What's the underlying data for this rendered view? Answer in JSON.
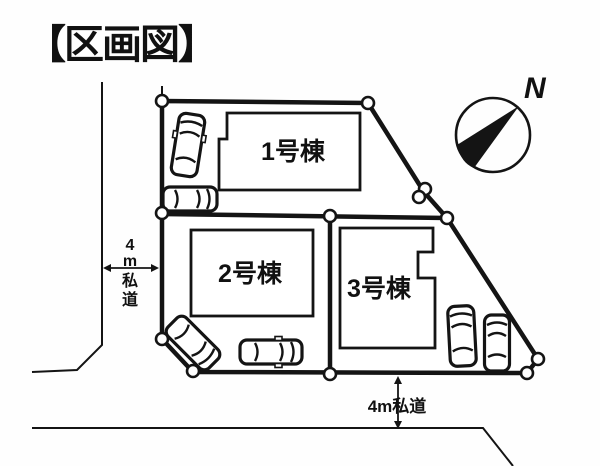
{
  "title": "【区画図】",
  "compass": {
    "north_label": "N"
  },
  "buildings": [
    {
      "label": "1号棟"
    },
    {
      "label": "2号棟"
    },
    {
      "label": "3号棟"
    }
  ],
  "roads": {
    "left": {
      "label": "4m私道",
      "chars": [
        "4",
        "m",
        "私",
        "道"
      ]
    },
    "bottom": {
      "label": "4m私道"
    }
  },
  "colors": {
    "line": "#141414",
    "background": "#ffffff"
  }
}
